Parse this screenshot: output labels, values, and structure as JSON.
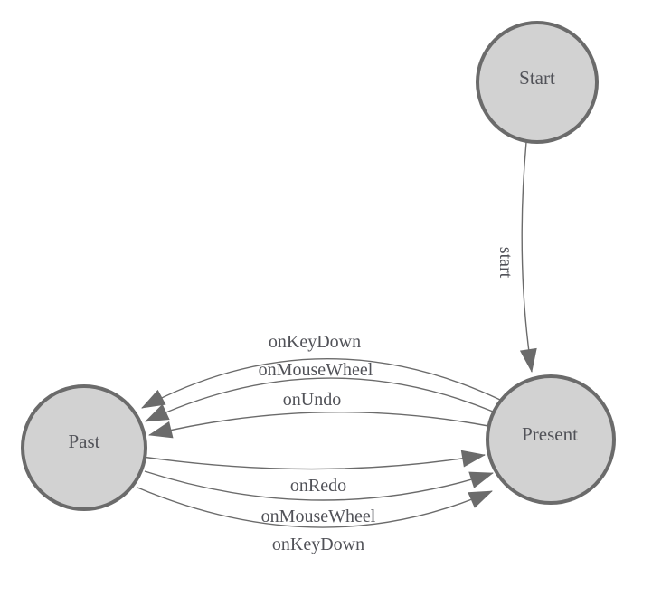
{
  "diagram": {
    "type": "state-machine",
    "background": "#ffffff",
    "colors": {
      "node_fill": "#d2d2d2",
      "node_stroke": "#6b6b6b",
      "edge_stroke": "#6b6b6b",
      "arrow_fill": "#6b6b6b",
      "label_text": "#515258"
    },
    "nodes": [
      {
        "id": "start",
        "label": "Start"
      },
      {
        "id": "past",
        "label": "Past"
      },
      {
        "id": "present",
        "label": "Present"
      }
    ],
    "edges": [
      {
        "id": "start-to-present",
        "label": "start",
        "from": "Start",
        "to": "Present"
      },
      {
        "id": "present-to-past-onkeydown",
        "label": "onKeyDown",
        "from": "Present",
        "to": "Past"
      },
      {
        "id": "present-to-past-onmousewheel",
        "label": "onMouseWheel",
        "from": "Present",
        "to": "Past"
      },
      {
        "id": "present-to-past-onundo",
        "label": "onUndo",
        "from": "Present",
        "to": "Past"
      },
      {
        "id": "past-to-present-onredo",
        "label": "onRedo",
        "from": "Past",
        "to": "Present"
      },
      {
        "id": "past-to-present-onmousewheel",
        "label": "onMouseWheel",
        "from": "Past",
        "to": "Present"
      },
      {
        "id": "past-to-present-onkeydown",
        "label": "onKeyDown",
        "from": "Past",
        "to": "Present"
      }
    ]
  }
}
